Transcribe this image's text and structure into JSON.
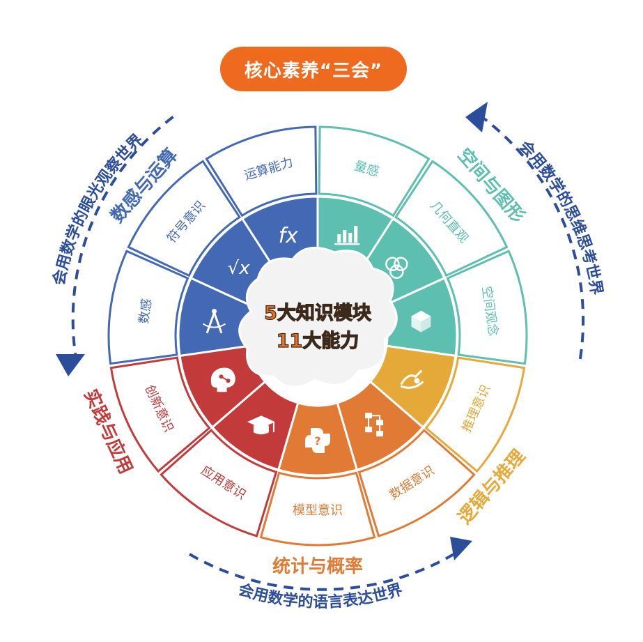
{
  "title": "核心素养“三会”",
  "center": {
    "line1": "5大知识模块",
    "line2": "11大能力"
  },
  "colors": {
    "blue": "#4469b4",
    "teal": "#5cbfb0",
    "gold": "#e5a93a",
    "orange": "#e07a35",
    "red": "#c23a3a",
    "navy": "#2c4e9a",
    "title_bg": "#ee6a1e"
  },
  "modules": [
    {
      "label": "数感与运算",
      "color": "blue"
    },
    {
      "label": "空间与图形",
      "color": "teal"
    },
    {
      "label": "逻辑与推理",
      "color": "gold"
    },
    {
      "label": "统计与概率",
      "color": "orange"
    },
    {
      "label": "实践与应用",
      "color": "red"
    }
  ],
  "abilities": [
    {
      "label": "量感",
      "color": "teal",
      "icon": "bar-chart-icon"
    },
    {
      "label": "几何直观",
      "color": "teal",
      "icon": "venn-circles-icon"
    },
    {
      "label": "空间观念",
      "color": "teal",
      "icon": "cube-icon"
    },
    {
      "label": "推理意识",
      "color": "gold",
      "icon": "hands-icon"
    },
    {
      "label": "数据意识",
      "color": "orange",
      "icon": "flowchart-icon"
    },
    {
      "label": "模型意识",
      "color": "orange",
      "icon": "puzzle-question-icon"
    },
    {
      "label": "应用意识",
      "color": "red",
      "icon": "graduation-cap-icon"
    },
    {
      "label": "创新意识",
      "color": "red",
      "icon": "brain-network-icon"
    },
    {
      "label": "数感",
      "color": "blue",
      "icon": "compass-icon"
    },
    {
      "label": "符号意识",
      "color": "blue",
      "icon": "root-symbol-icon"
    },
    {
      "label": "运算能力",
      "color": "blue",
      "icon": "fx-icon"
    }
  ],
  "outer_arcs": [
    {
      "label": "会用数学的眼光观察世界"
    },
    {
      "label": "会用数学的思维思考世界"
    },
    {
      "label": "会用数学的语言表达世界"
    }
  ],
  "icon_text": {
    "fx": "fx",
    "root": "√x",
    "question": "?"
  }
}
